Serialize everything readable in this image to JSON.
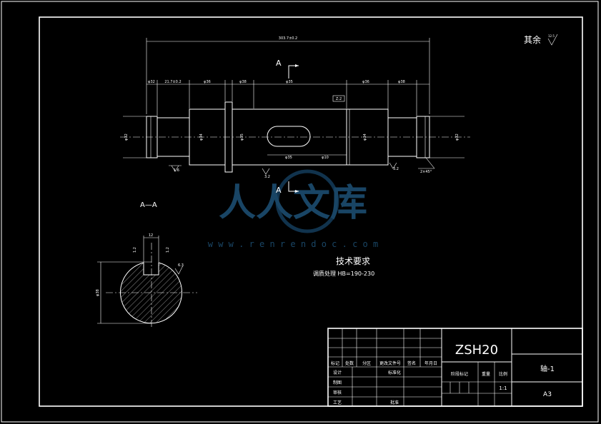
{
  "drawing": {
    "finish_note": "其余",
    "finish_value": "12.5",
    "section_mark": "A",
    "section_title": "A—A",
    "tech_title": "技术要求",
    "tech_text": "调质处理 HB=190-230",
    "watermark_cn": "人人文库",
    "watermark_url": "w w w . r e n r e n d o c . c o m"
  },
  "dimensions": {
    "overall": "303.7±0.2",
    "seg1": "φ32",
    "seg2": "21.7±0.2",
    "seg3": "φ36",
    "seg4": "φ38",
    "seg5": "φ35",
    "seg6": "φ36",
    "seg7": "φ38",
    "d_left_end": "φ32",
    "d_left": "φ34",
    "d_center": "φ35",
    "d_right": "φ34",
    "d_right_end": "φ32",
    "key_len": "φ35",
    "key_pos": "φ10",
    "chamfer_note": "2×45°",
    "ra_left": "1.6",
    "ra_mid": "3.2",
    "ra_right": "3.2",
    "gd_note": "Z:2",
    "key_width": "1.2",
    "key_dim": "12",
    "sec_dia": "φ38",
    "sec_note": "6.3",
    "sec_top": "6.3"
  },
  "title_block": {
    "part_name": "ZSH20",
    "drawing_name": "轴-1",
    "sheet_size": "A3",
    "scale": "1:1",
    "h_mark": "标记",
    "h_count": "处数",
    "h_zone": "分区",
    "h_doc": "更改文件号",
    "h_sign": "签名",
    "h_date": "年月日",
    "r_design": "设计",
    "r_std": "标准化",
    "r_draw": "制图",
    "r_check": "审核",
    "r_process": "工艺",
    "r_approve": "批准",
    "h_stage": "阶段标记",
    "h_weight": "重量",
    "h_scale": "比例"
  }
}
